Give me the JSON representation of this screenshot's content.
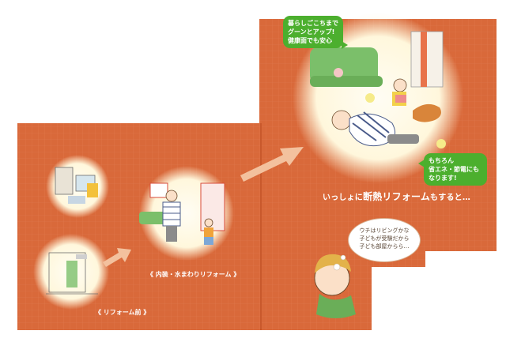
{
  "captions": {
    "before": "《 リフォーム前 》",
    "interior": "《 内装・水まわりリフォーム 》"
  },
  "headline": {
    "pre": "いっしょに",
    "strong": "断熱リフォーム",
    "post": "もすると…"
  },
  "speech_top": [
    "暮らしごこちまで",
    "グーンとアップ!",
    "健康面でも安心"
  ],
  "speech_right": [
    "もちろん",
    "省エネ・節電にも",
    "なります!"
  ],
  "thought": [
    "ウチはリビングかな",
    "子どもが受験だから",
    "子ども部屋からら…"
  ],
  "colors": {
    "panel": "#d9693a",
    "panel_dark": "#c9592c",
    "grid_line": "#e58660",
    "arrow": "#f3c19e",
    "bubble_green": "#4caf2e",
    "glow": "#fff7dc"
  }
}
